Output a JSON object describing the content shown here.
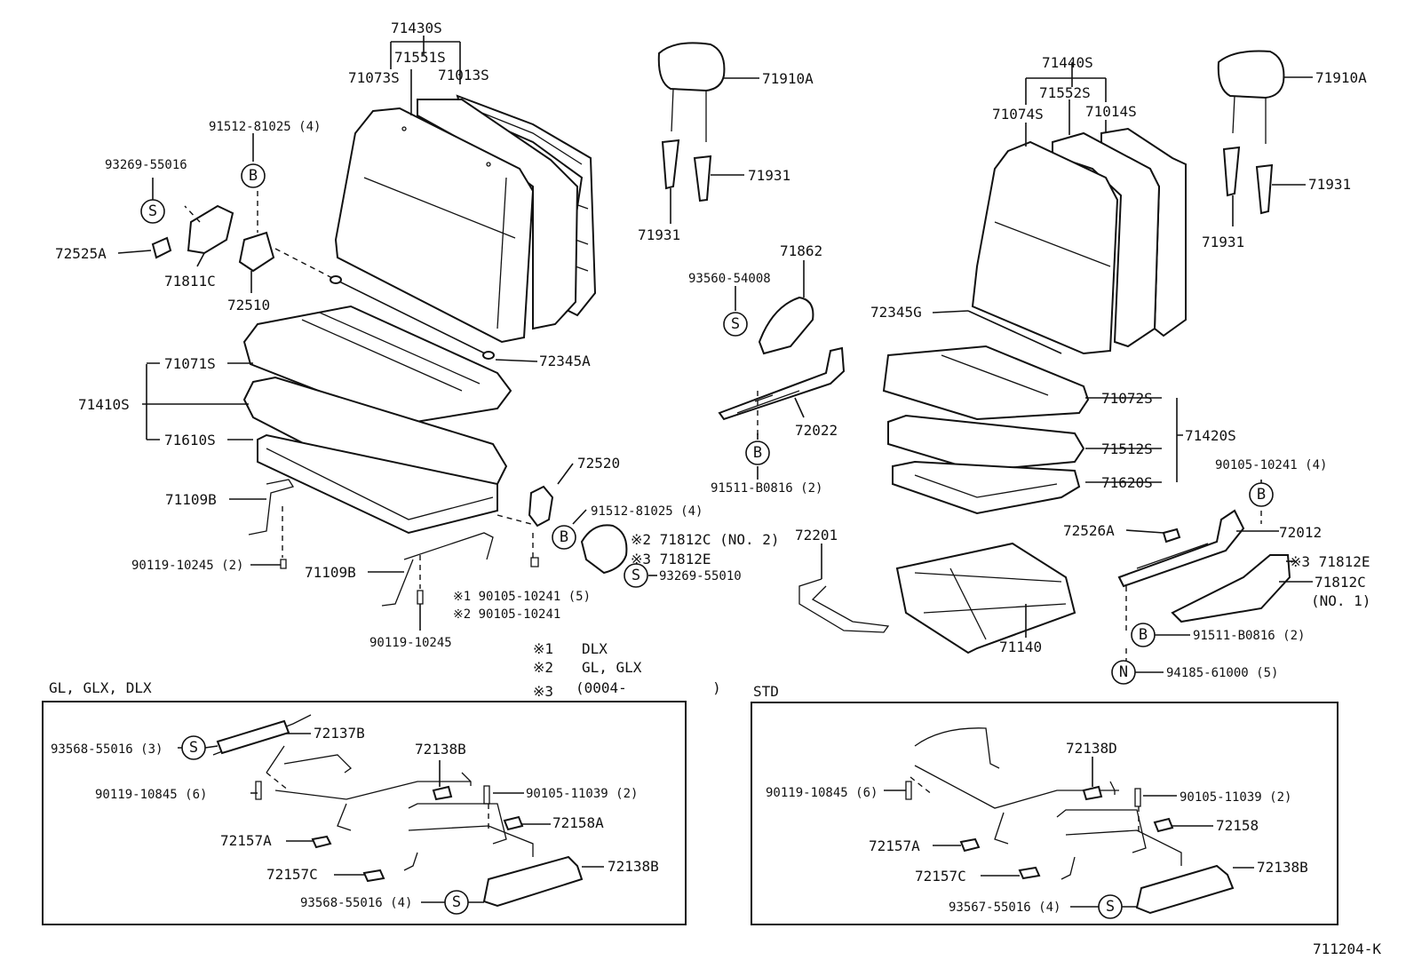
{
  "diagram_code": "711204-K",
  "notes": [
    {
      "mark": "※1",
      "text": "DLX"
    },
    {
      "mark": "※2",
      "text": "GL, GLX"
    },
    {
      "mark": "※3",
      "text": "(0004-          )"
    }
  ],
  "sections": {
    "gl": {
      "title": "GL, GLX, DLX"
    },
    "std": {
      "title": "STD"
    }
  },
  "markers": {
    "S": "S",
    "B": "B",
    "N": "N"
  },
  "labels": {
    "l71430S": "71430S",
    "l71551S": "71551S",
    "l71073S": "71073S",
    "l71013S": "71013S",
    "l91512a": "91512-81025 (4)",
    "l93269a": "93269-55016",
    "l72525A": "72525A",
    "l71811C": "71811C",
    "l72510": "72510",
    "l71071S": "71071S",
    "l71410S": "71410S",
    "l71610S": "71610S",
    "l72345A": "72345A",
    "l71109Ba": "71109B",
    "l90119a": "90119-10245 (2)",
    "l71109Bb": "71109B",
    "l90119b": "90119-10245",
    "l90105a": "※1 90105-10241 (5)",
    "l90105b": "※2 90105-10241",
    "l72520": "72520",
    "l91512b": "91512-81025 (4)",
    "l71812Ca": "※2 71812C (NO. 2)",
    "l71812Ea": "※3 71812E",
    "l93269b": "93269-55010",
    "l71910Aa": "71910A",
    "l71931a": "71931",
    "l71931b": "71931",
    "l71862": "71862",
    "l93560": "93560-54008",
    "l72022": "72022",
    "l91511a": "91511-B0816 (2)",
    "l72201": "72201",
    "l71140": "71140",
    "l71440S": "71440S",
    "l71552S": "71552S",
    "l71074S": "71074S",
    "l71014S": "71014S",
    "l71910Ab": "71910A",
    "l71931c": "71931",
    "l71931d": "71931",
    "l72345G": "72345G",
    "l71072S": "71072S",
    "l71512S": "71512S",
    "l71420S": "71420S",
    "l71620S": "71620S",
    "l90105c": "90105-10241 (4)",
    "l72526A": "72526A",
    "l72012": "72012",
    "l71812Eb": "※3 71812E",
    "l71812Cb": "71812C",
    "l71812Cb2": "(NO. 1)",
    "l91511b": "91511-B0816 (2)",
    "l94185": "94185-61000 (5)",
    "g93568a": "93568-55016 (3)",
    "g72137B": "72137B",
    "g72138Ba": "72138B",
    "g90119": "90119-10845 (6)",
    "g90105": "90105-11039 (2)",
    "g72158A": "72158A",
    "g72157A": "72157A",
    "g72157C": "72157C",
    "g72138Bb": "72138B",
    "g93568b": "93568-55016 (4)",
    "s72138D": "72138D",
    "s90119": "90119-10845 (6)",
    "s90105": "90105-11039 (2)",
    "s72157A": "72157A",
    "s72158": "72158",
    "s72157C": "72157C",
    "s72138B": "72138B",
    "s93567": "93567-55016 (4)"
  }
}
